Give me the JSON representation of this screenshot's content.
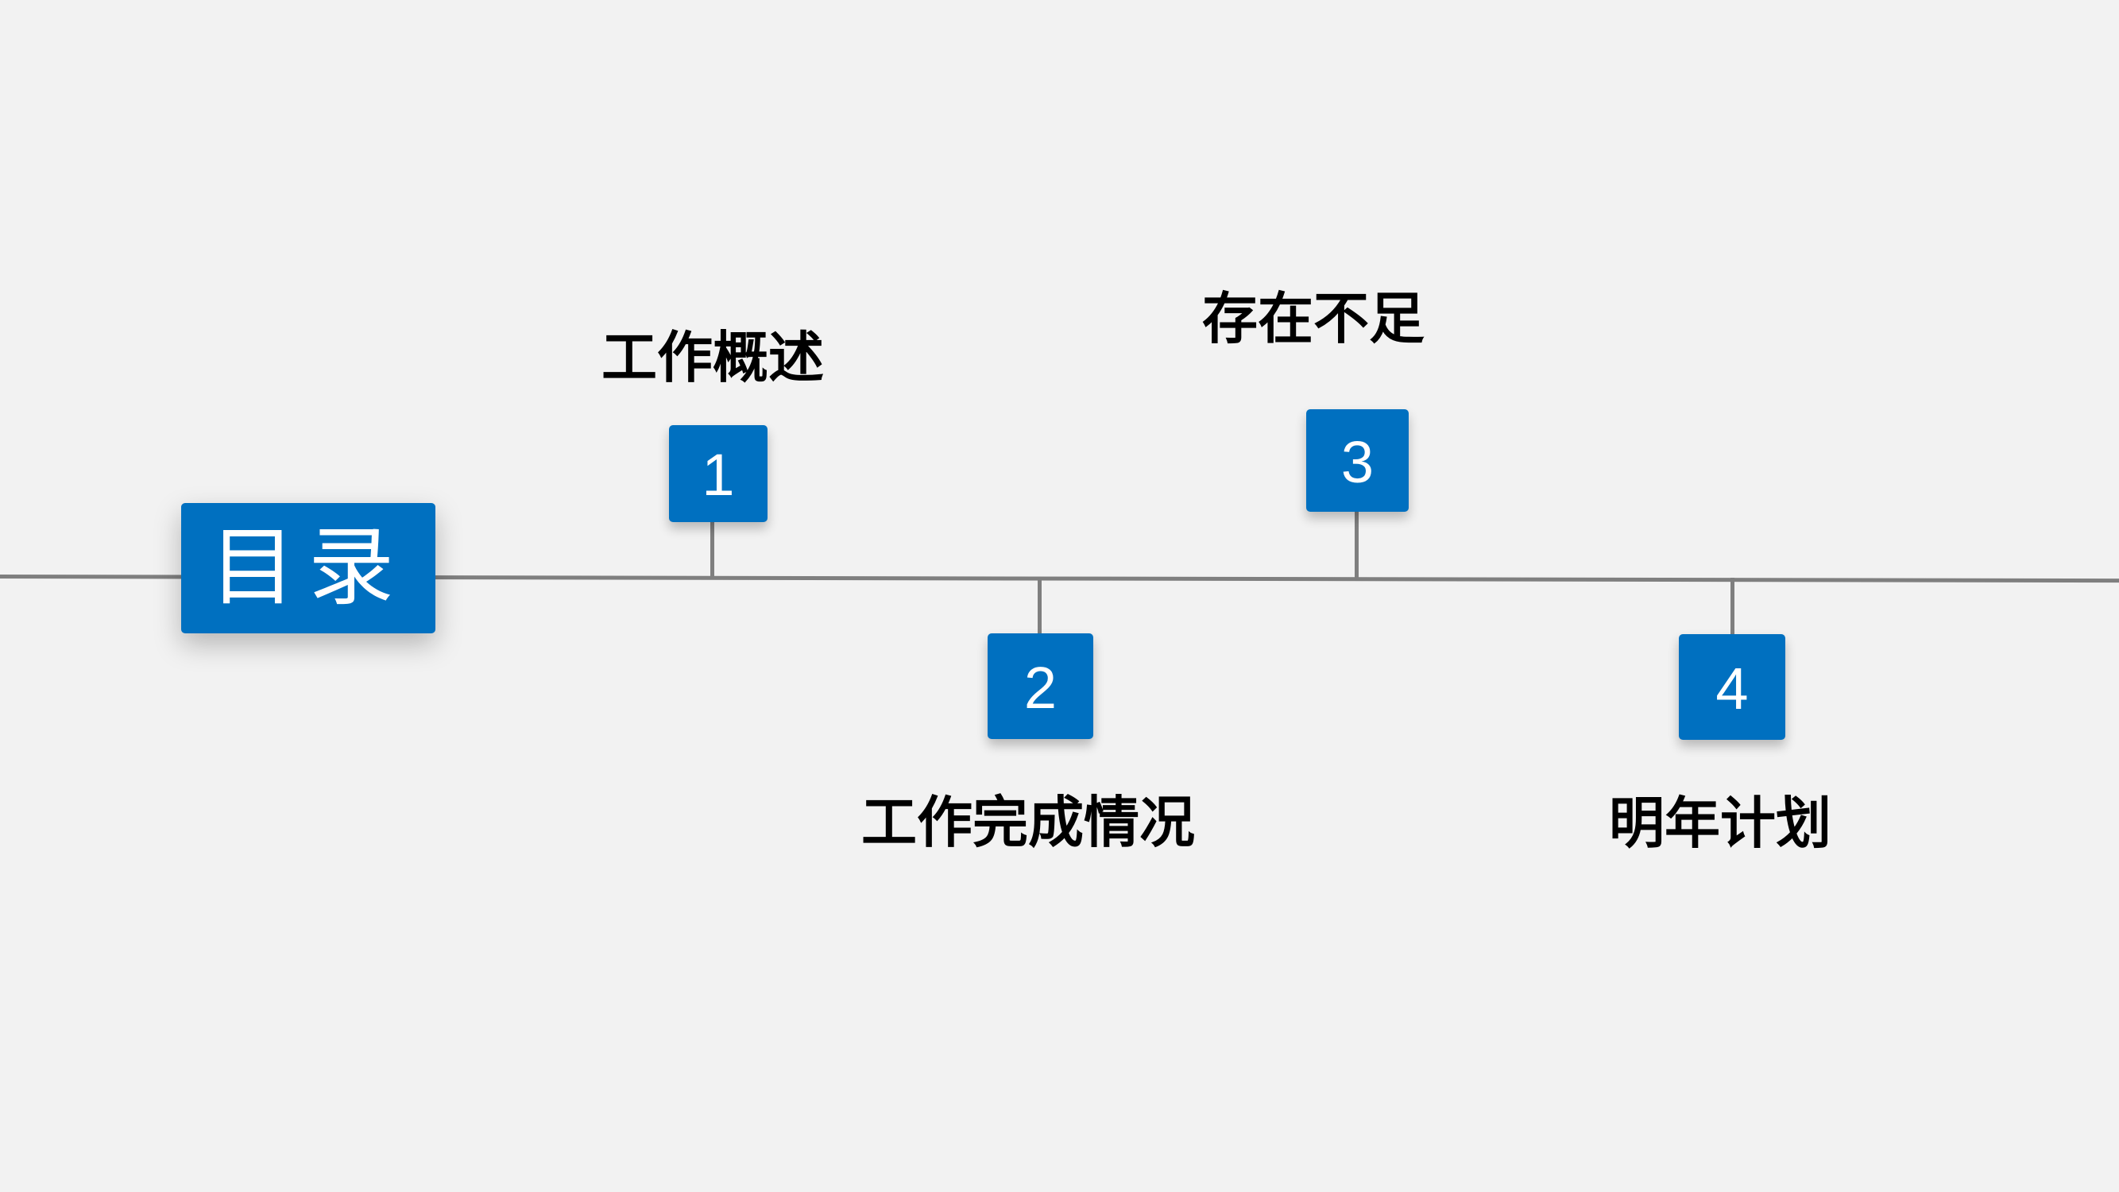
{
  "slide": {
    "title": "目录",
    "items": [
      {
        "number": "1",
        "label": "工作概述"
      },
      {
        "number": "2",
        "label": "工作完成情况"
      },
      {
        "number": "3",
        "label": "存在不足"
      },
      {
        "number": "4",
        "label": "明年计划"
      }
    ]
  },
  "colors": {
    "background": "#f2f2f2",
    "accent": "#0070c0",
    "line": "#7f7f7f",
    "text": "#000000"
  }
}
